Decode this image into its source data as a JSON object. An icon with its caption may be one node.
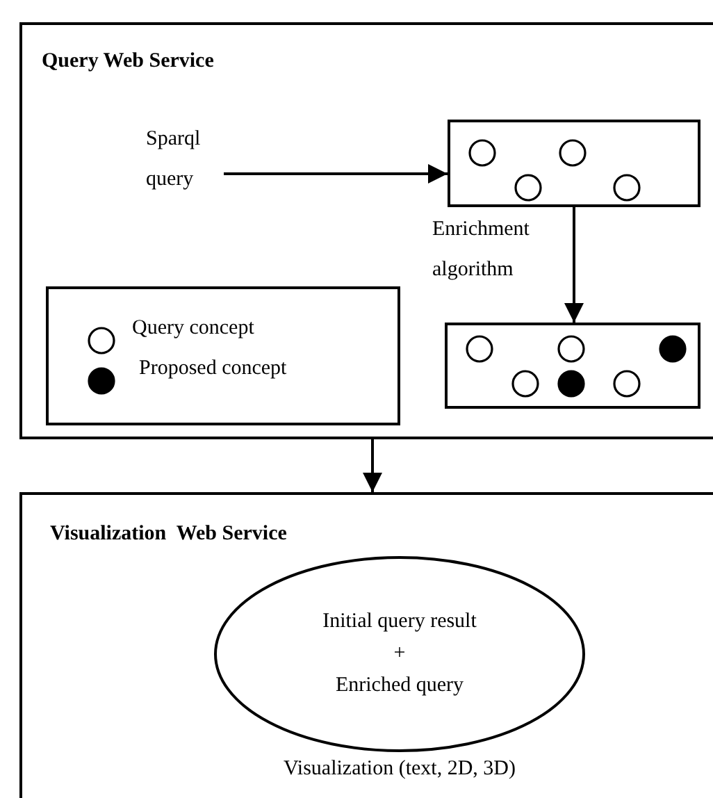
{
  "diagram": {
    "nodes": [
      {
        "text": [
          "Query Web Service"
        ]
      },
      {
        "text": [
          "Sparql query"
        ],
        "in": 0
      },
      {
        "text": [],
        "shape": "box",
        "in": 0
      },
      {
        "text": [],
        "shape": "box",
        "in": 0
      },
      {
        "text": [
          "Visualization  Web Service"
        ]
      },
      {
        "text": [
          "Initial query result",
          "+",
          "Enriched query"
        ],
        "in": 4,
        "beside": [
          "Visualization (text, 2D, 3D)"
        ]
      }
    ],
    "edges": [
      {
        "from": 1,
        "to": 2,
        "arrow": "to"
      },
      {
        "from": 2,
        "to": 3,
        "arrow": "to",
        "label": "Enrichment algorithm"
      },
      {
        "from": 0,
        "to": 4,
        "arrow": "to"
      }
    ],
    "legend": [
      {
        "text": "Query concept"
      },
      {
        "text": "Proposed concept"
      }
    ]
  }
}
